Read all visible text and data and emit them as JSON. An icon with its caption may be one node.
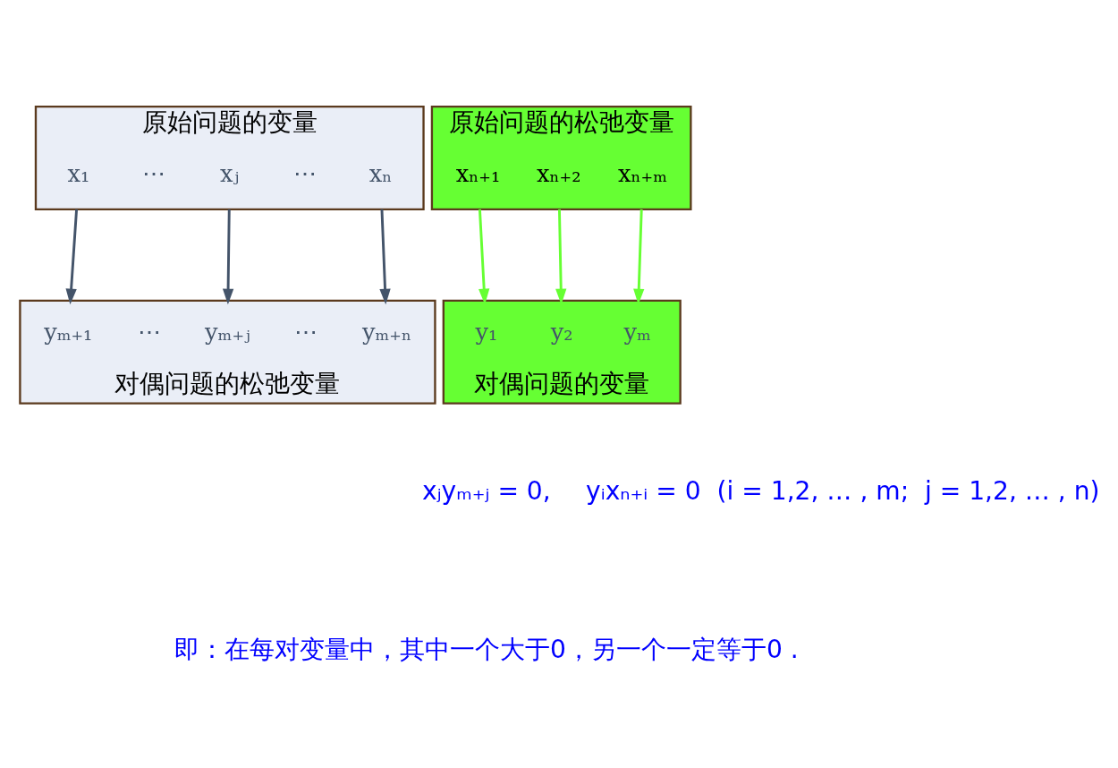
{
  "diagram": {
    "nodes": [
      {
        "text": [
          "原始问题的变量"
        ]
      },
      {
        "text": [
          "x₁"
        ],
        "in": 0
      },
      {
        "text": [
          "⋯"
        ],
        "in": 0
      },
      {
        "text": [
          "xⱼ"
        ],
        "in": 0
      },
      {
        "text": [
          "⋯"
        ],
        "in": 0
      },
      {
        "text": [
          "xₙ"
        ],
        "in": 0
      },
      {
        "text": [
          "原始问题的松弛变量"
        ]
      },
      {
        "text": [
          "xₙ₊₁"
        ],
        "in": 6
      },
      {
        "text": [
          "xₙ₊₂"
        ],
        "in": 6
      },
      {
        "text": [
          "xₙ₊ₘ"
        ],
        "in": 6
      },
      {
        "text": [
          "对偶问题的变量"
        ]
      },
      {
        "text": [
          "y₁"
        ],
        "in": 10
      },
      {
        "text": [
          "y₂"
        ],
        "in": 10
      },
      {
        "text": [
          "yₘ"
        ],
        "in": 10
      },
      {
        "text": [
          "对偶问题的松弛变量"
        ]
      },
      {
        "text": [
          "yₘ₊₁"
        ],
        "in": 14
      },
      {
        "text": [
          "⋯"
        ],
        "in": 14
      },
      {
        "text": [
          "yₘ₊ⱼ"
        ],
        "in": 14
      },
      {
        "text": [
          "⋯"
        ],
        "in": 14
      },
      {
        "text": [
          "yₘ₊ₙ"
        ],
        "in": 14
      }
    ],
    "edges": [
      {
        "from": 1,
        "to": 15,
        "arrow": "to",
        "color": "#44546a"
      },
      {
        "from": 3,
        "to": 17,
        "arrow": "to",
        "color": "#44546a"
      },
      {
        "from": 5,
        "to": 19,
        "arrow": "to",
        "color": "#44546a"
      },
      {
        "from": 7,
        "to": 11,
        "arrow": "to",
        "color": "#66ff33"
      },
      {
        "from": 8,
        "to": 12,
        "arrow": "to",
        "color": "#66ff33"
      },
      {
        "from": 9,
        "to": 13,
        "arrow": "to",
        "color": "#66ff33"
      }
    ],
    "labels": [
      "xⱼyₘ₊ⱼ = 0,",
      "yᵢxₙ₊ᵢ = 0  (i = 1,2, … , m;  j = 1,2, … , n)",
      "即：在每对变量中，其中一个大于0，另一个一定等于0 ."
    ]
  }
}
